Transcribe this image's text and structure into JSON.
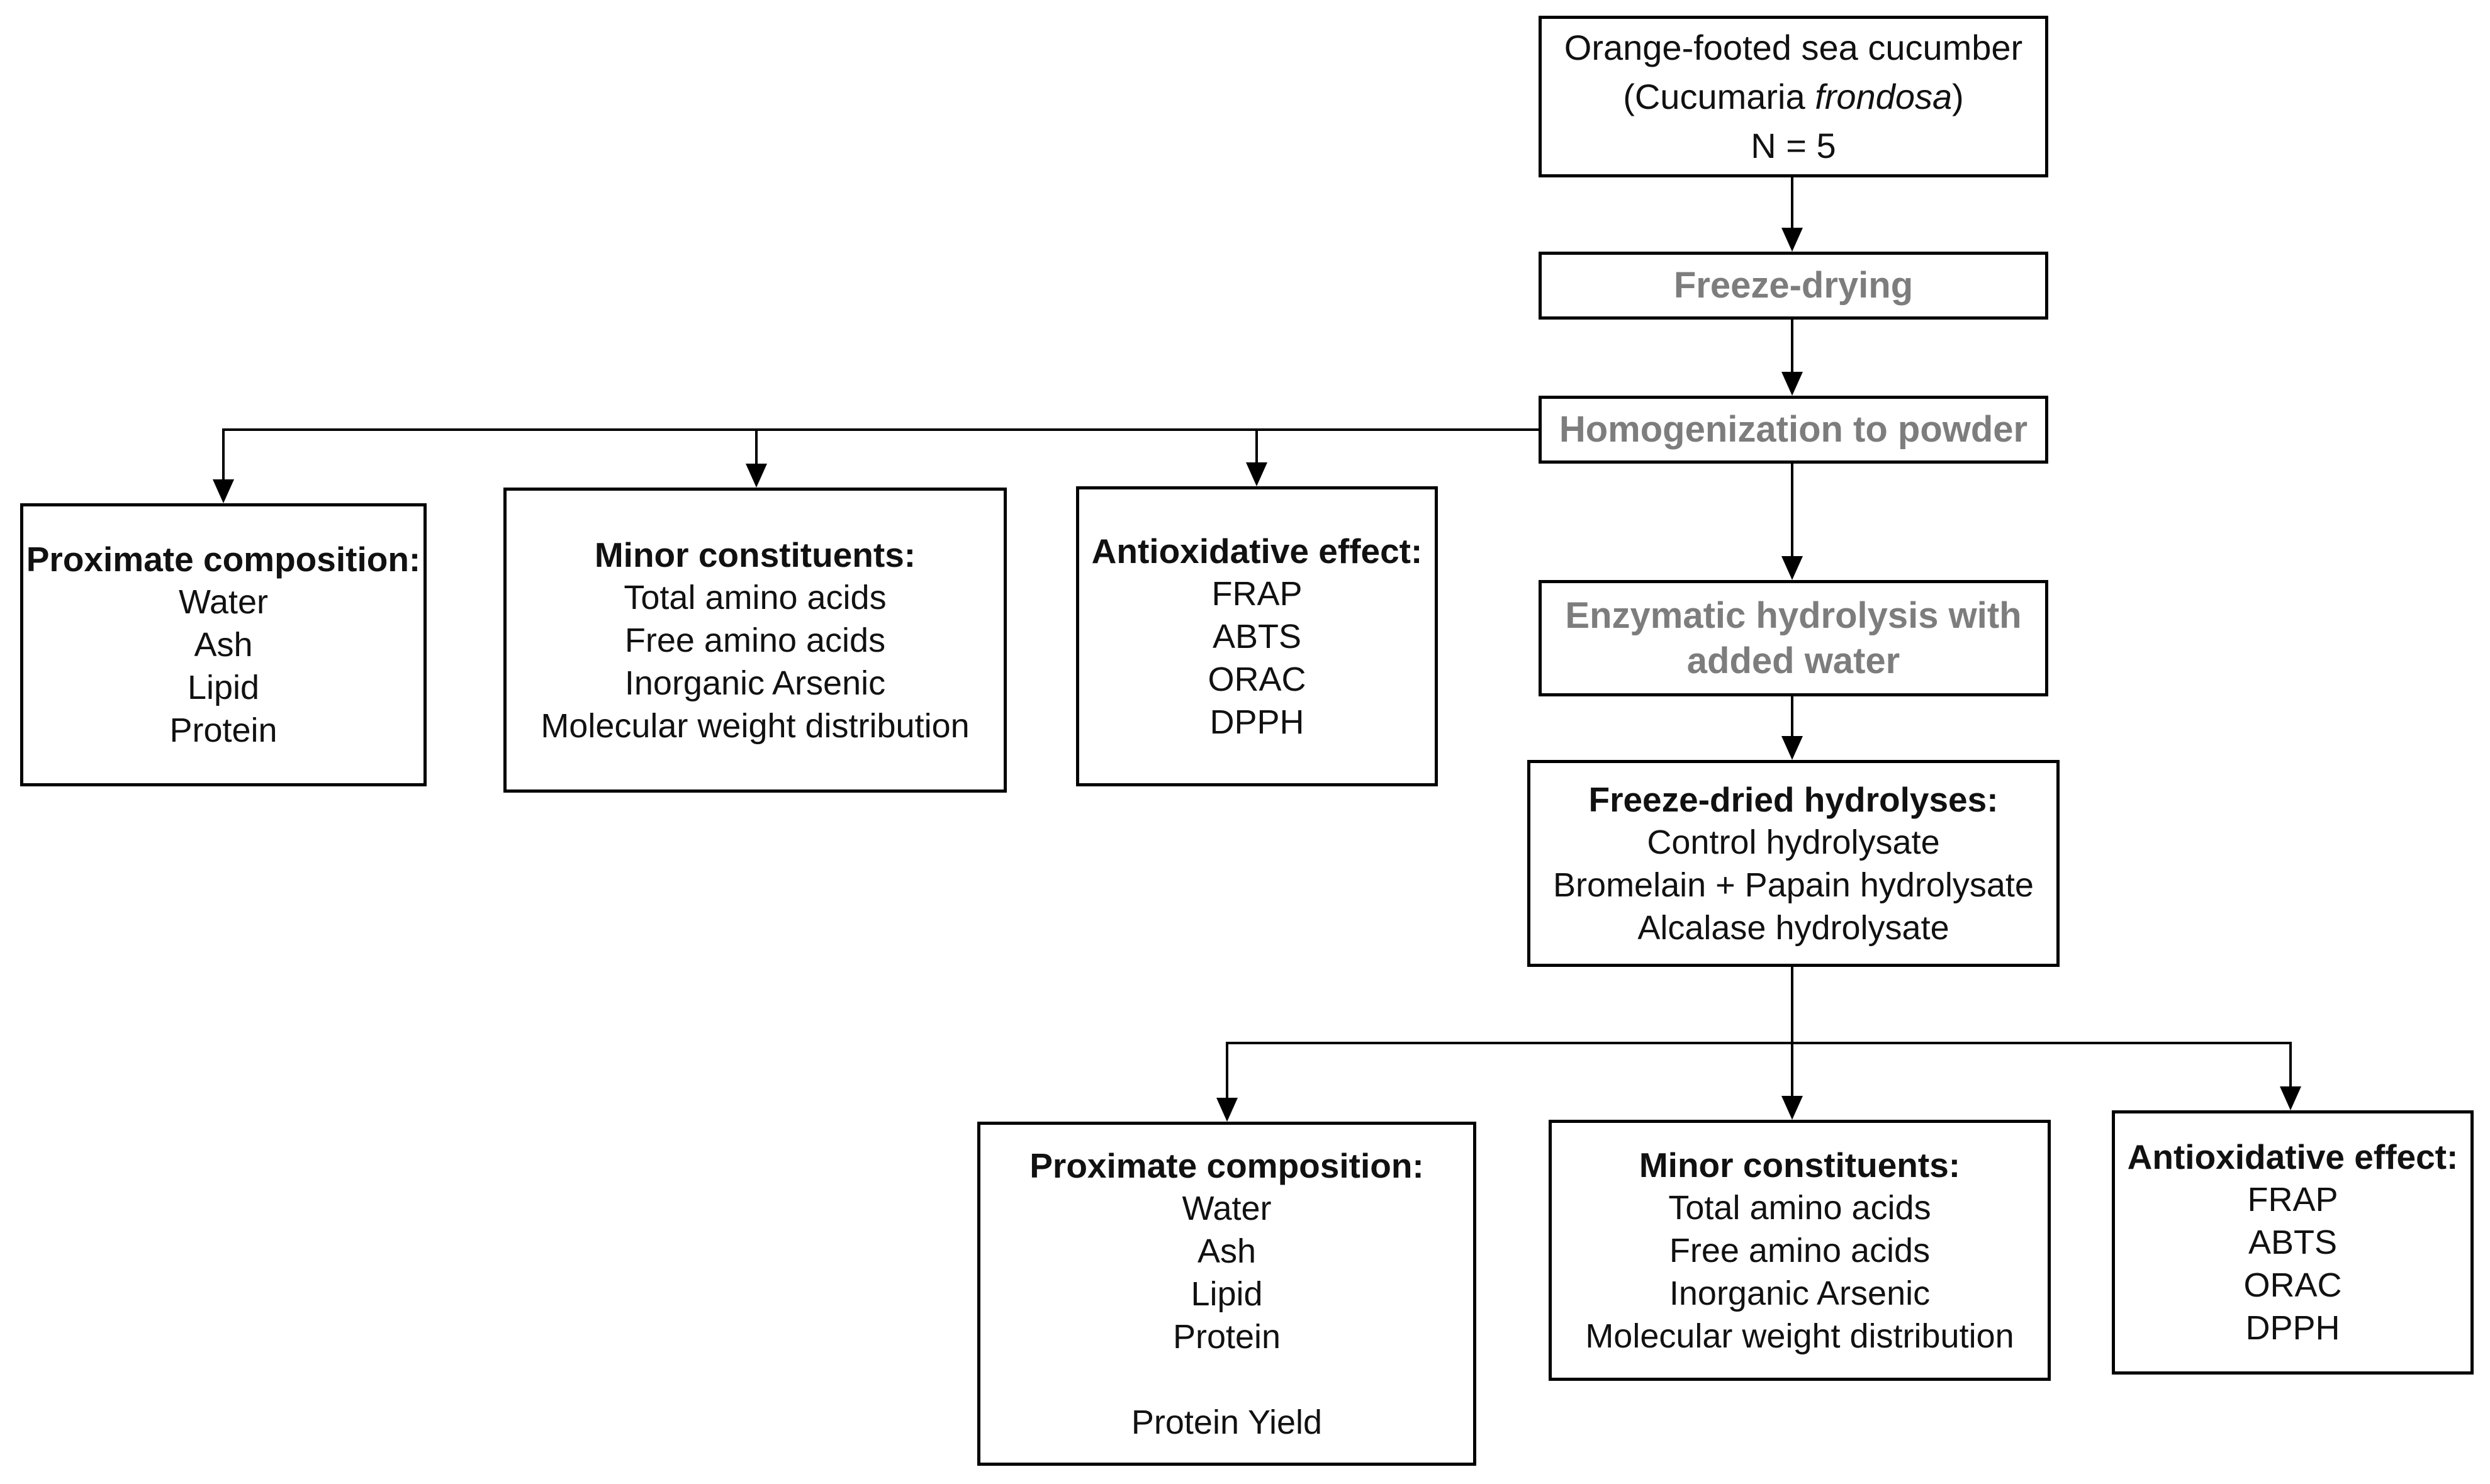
{
  "colors": {
    "line_color": "#000000",
    "box_border": "#000000",
    "text_color": "#111111",
    "gray_text": "#7d7d7d",
    "background": "#ffffff"
  },
  "source_box": {
    "line1": "Orange-footed sea cucumber",
    "line2_prefix": "(Cucumaria ",
    "line2_italic": "frondosa",
    "line2_suffix": ")",
    "line3": "N = 5"
  },
  "process_steps": {
    "freeze_drying": "Freeze-drying",
    "homogenization": "Homogenization to powder",
    "enzymatic_line1": "Enzymatic hydrolysis with",
    "enzymatic_line2": "added water"
  },
  "hydrolysates_box": {
    "header": "Freeze-dried hydrolyses:",
    "items": [
      "Control hydrolysate",
      "Bromelain + Papain hydrolysate",
      "Alcalase hydrolysate"
    ]
  },
  "raw_analysis": {
    "proximate": {
      "header": "Proximate composition:",
      "items": [
        "Water",
        "Ash",
        "Lipid",
        "Protein"
      ]
    },
    "minor": {
      "header": "Minor constituents:",
      "items": [
        "Total amino acids",
        "Free amino acids",
        "Inorganic Arsenic",
        "Molecular weight distribution"
      ]
    },
    "antioxidative": {
      "header": "Antioxidative effect:",
      "items": [
        "FRAP",
        "ABTS",
        "ORAC",
        "DPPH"
      ]
    }
  },
  "hydrolysate_analysis": {
    "proximate": {
      "header": "Proximate composition:",
      "items": [
        "Water",
        "Ash",
        "Lipid",
        "Protein",
        "",
        "Protein Yield"
      ]
    },
    "minor": {
      "header": "Minor constituents:",
      "items": [
        "Total amino acids",
        "Free amino acids",
        "Inorganic Arsenic",
        "Molecular weight distribution"
      ]
    },
    "antioxidative": {
      "header": "Antioxidative effect:",
      "items": [
        "FRAP",
        "ABTS",
        "ORAC",
        "DPPH"
      ]
    }
  }
}
